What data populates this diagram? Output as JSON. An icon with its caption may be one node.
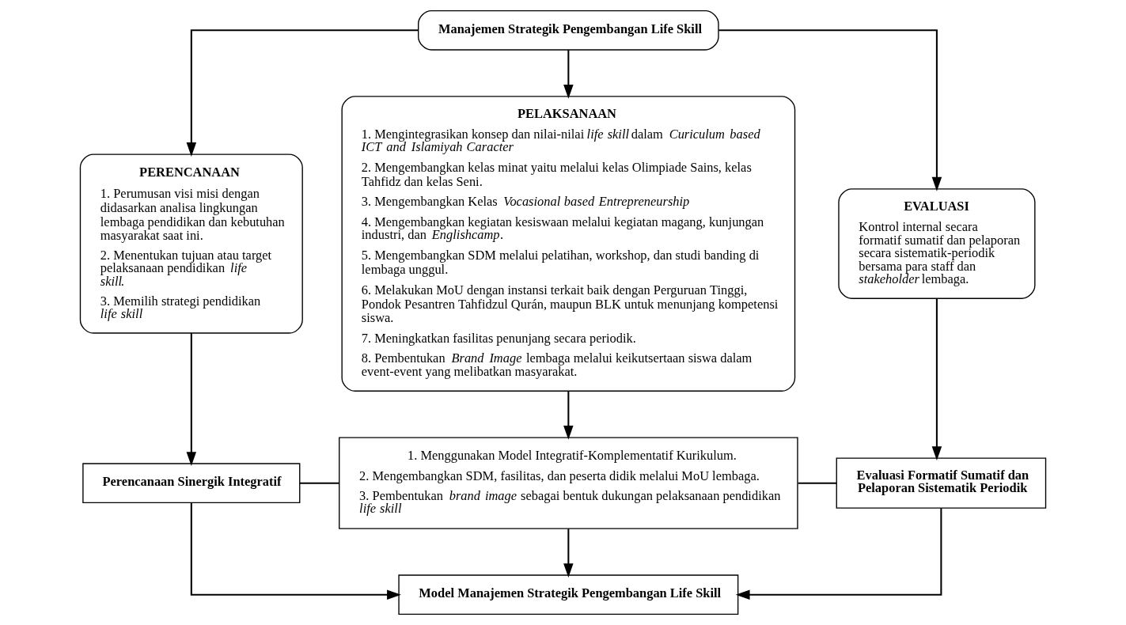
{
  "diagram": {
    "nodes": [
      {
        "text": [
          "Manajemen Strategik Pengembangan Life Skill"
        ]
      },
      {
        "text": [
          "PERENCANAAN",
          "1. Perumusan visi misi dengan didasarkan analisa lingkungan lembaga pendidikan dan kebutuhan masyarakat saat ini.",
          "2. Menentukan tujuan atau target pelaksanaan pendidikan *life skill*.",
          "3. Memilih strategi pendidikan *life skill*"
        ]
      },
      {
        "text": [
          "PELAKSANAAN",
          "1. Mengintegrasikan konsep dan nilai-nilai *life skill* dalam *Curiculum based ICT and Islamiyah Caracter*",
          "2. Mengembangkan kelas minat yaitu melalui kelas Olimpiade Sains, kelas Tahfidz dan kelas Seni.",
          "3. Mengembangkan Kelas *Vocasional based Entrepreneurship*",
          "4. Mengembangkan kegiatan kesiswaan melalui kegiatan magang, kunjungan industri, dan *Englishcamp*.",
          "5. Mengembangkan SDM melalui pelatihan, workshop, dan studi banding di lembaga unggul.",
          "6. Melakukan MoU dengan instansi terkait baik dengan Perguruan Tinggi, Pondok Pesantren Tahfidzul Qurán, maupun BLK untuk menunjang kompetensi siswa.",
          "7. Meningkatkan fasilitas penunjang secara periodik.",
          "8. Pembentukan *Brand Image* lembaga melalui keikutsertaan siswa dalam event-event yang melibatkan masyarakat."
        ]
      },
      {
        "text": [
          "EVALUASI",
          "Kontrol internal secara formatif sumatif dan pelaporan secara sistematik-periodik bersama para staff dan *stakeholder* lembaga."
        ]
      },
      {
        "text": [
          "Perencanaan Sinergik Integratif"
        ]
      },
      {
        "text": [
          "1. Menggunakan Model Integratif-Komplementatif Kurikulum.",
          "2. Mengembangkan SDM, fasilitas, dan peserta didik melalui MoU lembaga.",
          "3. Pembentukan *brand image* sebagai bentuk dukungan pelaksanaan pendidikan *life skill*"
        ]
      },
      {
        "text": [
          "Evaluasi Formatif Sumatif dan Pelaporan Sistematik Periodik"
        ]
      },
      {
        "text": [
          "Model Manajemen Strategik Pengembangan Life Skill"
        ]
      }
    ],
    "edges": [
      {
        "from": 0,
        "to": 1,
        "arrow": "to"
      },
      {
        "from": 0,
        "to": 2,
        "arrow": "to"
      },
      {
        "from": 0,
        "to": 3,
        "arrow": "to"
      },
      {
        "from": 1,
        "to": 4,
        "arrow": "to"
      },
      {
        "from": 2,
        "to": 5,
        "arrow": "to"
      },
      {
        "from": 3,
        "to": 6,
        "arrow": "to"
      },
      {
        "from": 4,
        "to": 5,
        "arrow": "none"
      },
      {
        "from": 5,
        "to": 6,
        "arrow": "none"
      },
      {
        "from": 4,
        "to": 7,
        "arrow": "to"
      },
      {
        "from": 5,
        "to": 7,
        "arrow": "to"
      },
      {
        "from": 6,
        "to": 7,
        "arrow": "to"
      }
    ]
  }
}
